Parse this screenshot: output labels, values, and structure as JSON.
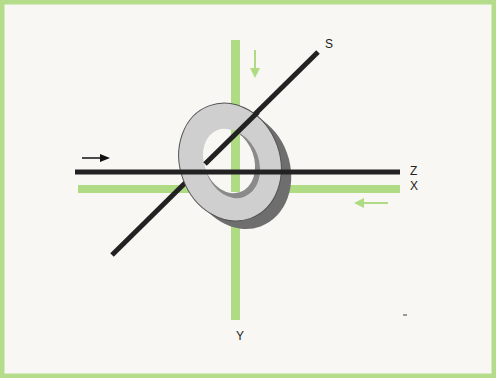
{
  "diagram": {
    "labels": [
      "S",
      "Z",
      "X",
      "Y"
    ]
  }
}
